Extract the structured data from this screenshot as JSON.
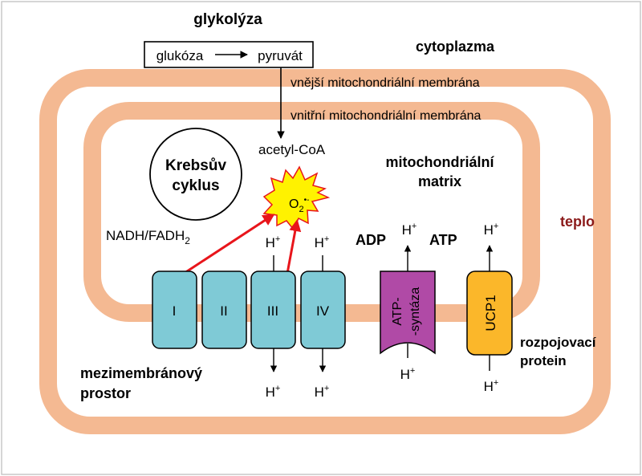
{
  "labels": {
    "glycolysis_title": "glykolýza",
    "glucose": "glukóza",
    "pyruvate": "pyruvát",
    "cytoplasm": "cytoplazma",
    "outer_membrane": "vnější mitochondriální membrána",
    "inner_membrane": "vnitřní mitochondriální membrána",
    "acetyl_coa": "acetyl-CoA",
    "krebs_line1": "Krebsův",
    "krebs_line2": "cyklus",
    "matrix_line1": "mitochondriální",
    "matrix_line2": "matrix",
    "nadh_main": "NADH/FADH",
    "nadh_sub": "2",
    "o2_main": "O",
    "o2_sub": "2",
    "o2_sup": "•-",
    "heat": "teplo",
    "adp": "ADP",
    "atp": "ATP",
    "intermembrane_line1": "mezimembránový",
    "intermembrane_line2": "prostor",
    "uncoupling_line1": "rozpojovací",
    "uncoupling_line2": "protein",
    "h_main": "H",
    "h_sup": "+"
  },
  "complexes": [
    {
      "label": "I"
    },
    {
      "label": "II"
    },
    {
      "label": "III"
    },
    {
      "label": "IV"
    }
  ],
  "atp_synthase": {
    "line1": "ATP-",
    "line2": "-syntáza"
  },
  "ucp1": {
    "label": "UCP1"
  },
  "colors": {
    "membrane": "#f4b992",
    "complex_fill": "#7fcad6",
    "atp_synthase_fill": "#b04aa6",
    "ucp1_fill": "#fbb72a",
    "heat_text": "#8b1a1a",
    "ros_arrow": "#e8151b",
    "ros_burst": "#fff200",
    "frame": "#c8c8c8"
  }
}
